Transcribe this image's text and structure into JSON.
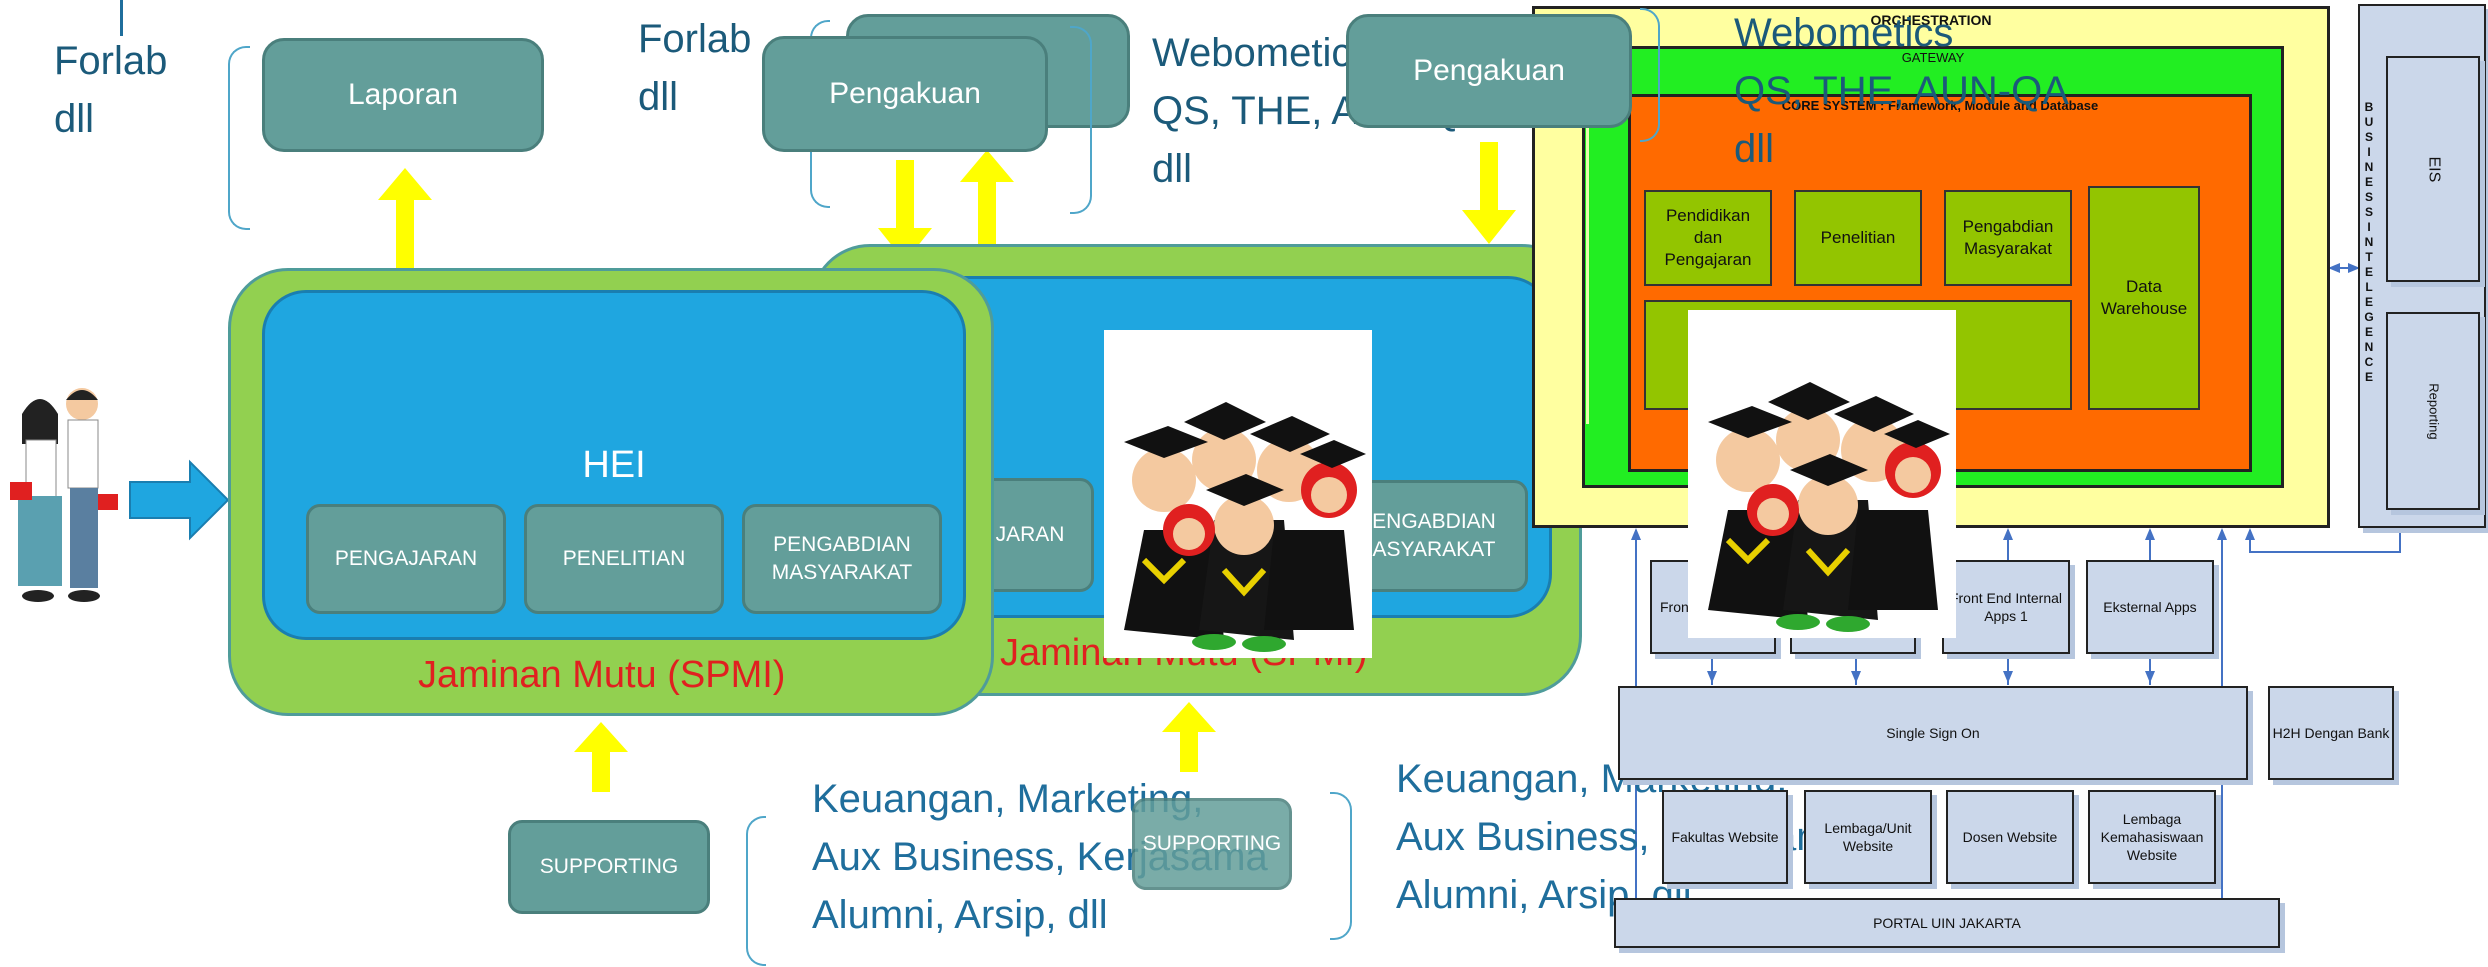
{
  "colors": {
    "teal": "#639e9a",
    "green_frame": "#92d050",
    "blue_frame": "#1fa6e0",
    "yellow_arrow": "#ffff00",
    "blue_arrow": "#1fa6e0",
    "red_text": "#e02020",
    "orchestration_bg": "#ffffa0",
    "gateway_bg": "#22ee22",
    "core_bg": "#ff6a00",
    "light_box": "#cbd7ea"
  },
  "left": {
    "forlab_1": "Forlab\ndll",
    "laporan": "Laporan",
    "forlab_2": "Forlab\ndll",
    "pengakuan_1": "Pengakuan",
    "webometrics_1": "Webometics\nQS, THE, AUN-QA\ndll",
    "hei": "HEI",
    "pengajaran": "PENGAJARAN",
    "penelitian": "PENELITIAN",
    "pengabdian": "PENGABDIAN\nMASYARAKAT",
    "jaminan_mutu_1": "Jaminan Mutu (SPMI)",
    "supporting_1": "SUPPORTING",
    "supporting_text_1": "Keuangan, Marketing,\nAux Business, Kerjasama\nAlumni, Arsip, dll"
  },
  "middle": {
    "pengajaran_partial": "JARAN",
    "pengabdian_partial": "ENGABDIAN\nASYARAKAT",
    "jaminan_mutu_2": "Jaminan Mutu (SPMI)",
    "pengakuan_2": "Pengakuan",
    "webometrics_2": "Webometics\nQS, THE, AUN-QA\ndll",
    "supporting_2": "SUPPORTING",
    "supporting_text_2": "Keuangan, Marketing,\nAux Business, Kerjasama\nAlumni, Arsip, dll"
  },
  "architecture": {
    "orchestration": "ORCHESTRATION",
    "gateway": "GATEWAY",
    "core_system": "CORE SYSTEM : Framework, Module and Database",
    "pendidikan": "Pendidikan\ndan\nPengajaran",
    "penelitian": "Penelitian",
    "pengabdian": "Pengabdian\nMasyarakat",
    "data_warehouse": "Data\nWarehouse",
    "business_intelligence": "B U S I N E S S   I N T E L E G E N C E",
    "eis": "EIS",
    "reporting": "Reporting",
    "front_end_1": "Front",
    "front_end_internal": "Front End Internal\nApps 1",
    "eksternal_apps": "Eksternal Apps",
    "single_sign_on": "Single Sign On",
    "h2h_bank": "H2H Dengan Bank",
    "fakultas_website": "Fakultas Website",
    "lembaga_unit_website": "Lembaga/Unit\nWebsite",
    "dosen_website": "Dosen Website",
    "lembaga_kemahasiswaan": "Lembaga\nKemahasiswaan\nWebsite",
    "portal": "PORTAL UIN JAKARTA"
  }
}
